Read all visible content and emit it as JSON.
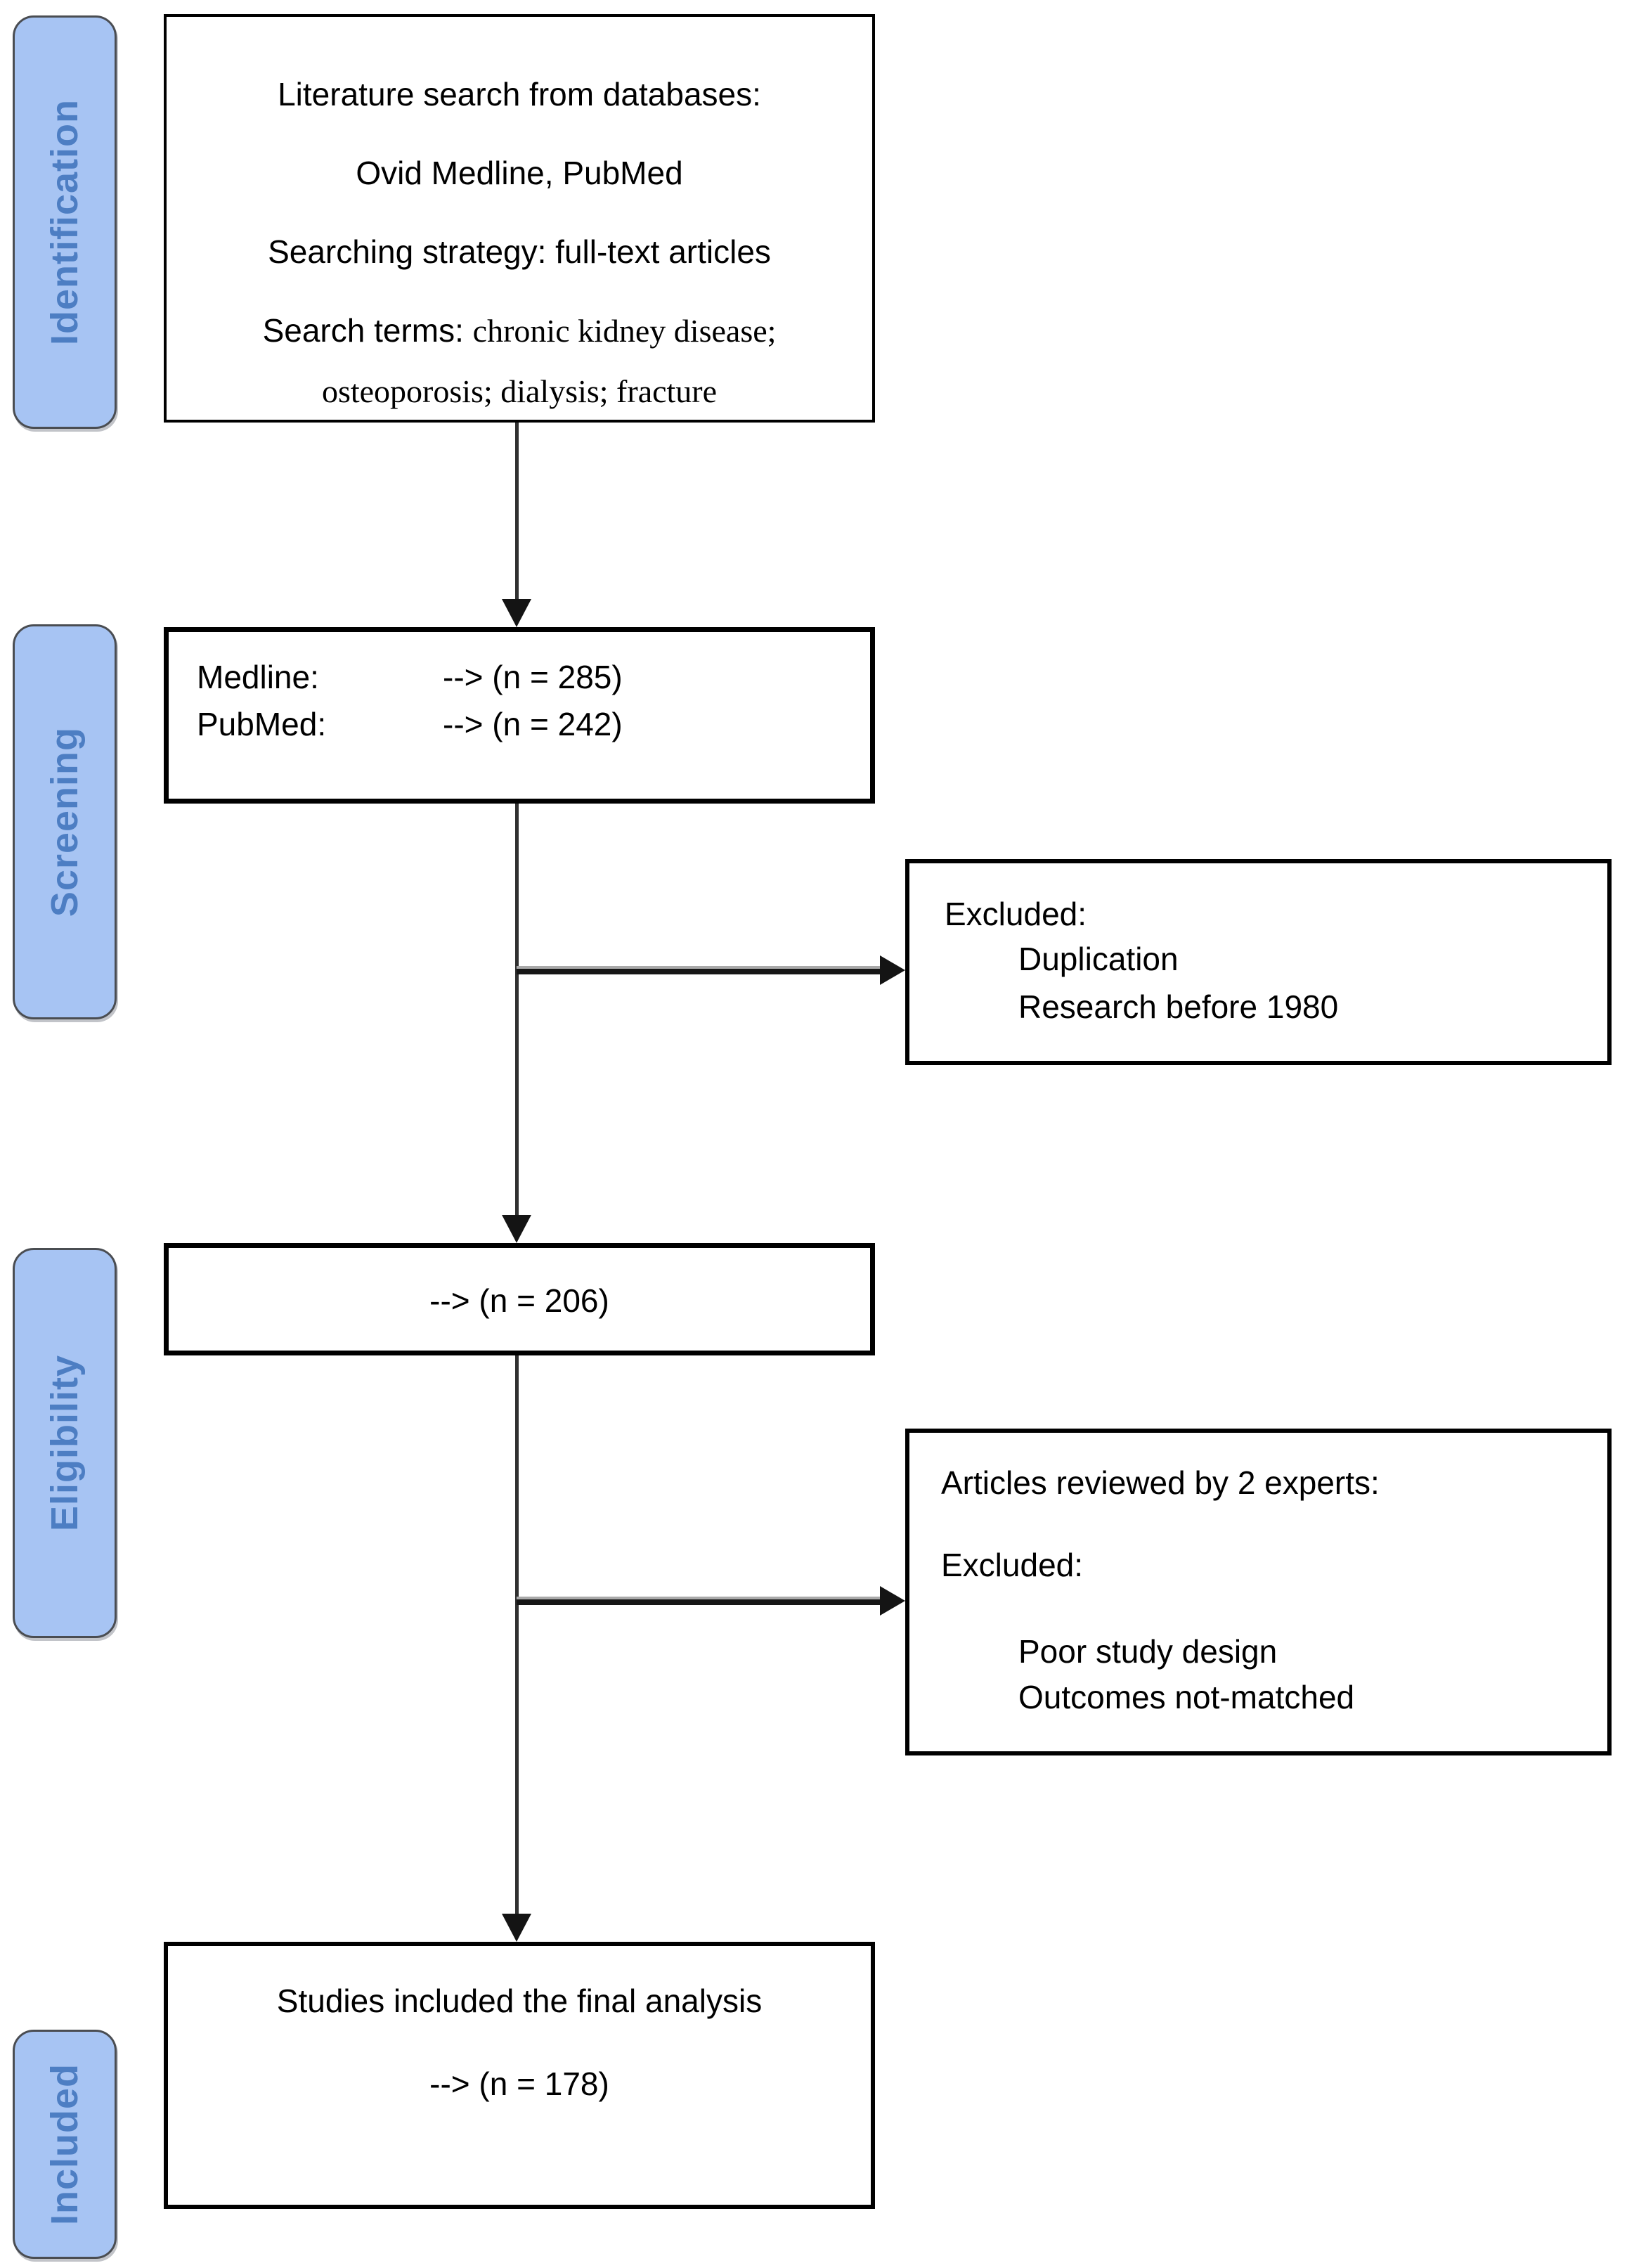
{
  "stages": [
    {
      "label": "Identification"
    },
    {
      "label": "Screening"
    },
    {
      "label": "Eligibility"
    },
    {
      "label": "Included"
    }
  ],
  "boxes": {
    "literature_search": {
      "line1": "Literature search from databases:",
      "line2": "Ovid Medline, PubMed",
      "line3": "Searching strategy: full-text articles",
      "line4_sans": "Search terms: ",
      "line4_serif": "chronic kidney disease;",
      "line5_serif": "osteoporosis; dialysis; fracture"
    },
    "database_counts": {
      "rows": [
        {
          "label": "Medline:",
          "value": "--> (n = 285)"
        },
        {
          "label": "PubMed:",
          "value": "--> (n = 242)"
        }
      ]
    },
    "screening_excluded": {
      "title": "Excluded:",
      "items": [
        "Duplication",
        "Research before 1980"
      ]
    },
    "eligibility_count": {
      "value": "--> (n = 206)"
    },
    "eligibility_excluded": {
      "intro": "Articles reviewed by 2 experts:",
      "title": "Excluded:",
      "items": [
        "Poor study design",
        "Outcomes not-matched"
      ]
    },
    "included": {
      "line1": "Studies included the final analysis",
      "value": "--> (n = 178)"
    }
  },
  "colors": {
    "stage_fill": "#A7C4F3",
    "stage_border": "#4A4D52",
    "stage_text": "#4D7EC3",
    "box_border": "#000000",
    "line_color": "#303030",
    "background": "#FFFFFF"
  }
}
